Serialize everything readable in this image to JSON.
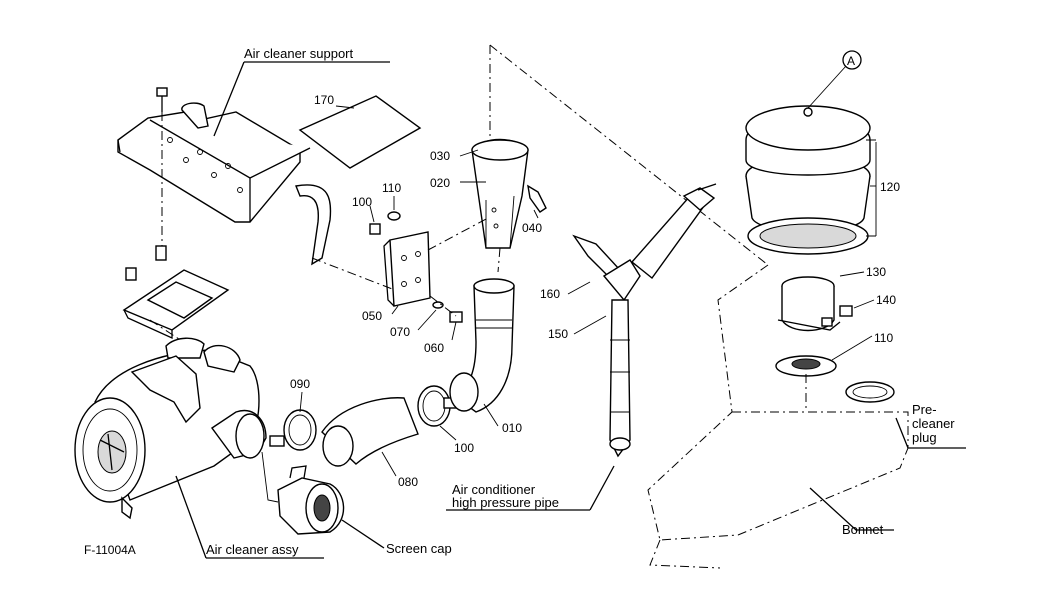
{
  "figure_code": "F-11004A",
  "labels": {
    "air_cleaner_support": "Air cleaner support",
    "air_cleaner_assy": "Air cleaner assy",
    "screen_cap": "Screen cap",
    "ac_pipe_line1": "Air conditioner",
    "ac_pipe_line2": "high pressure pipe",
    "pre_cleaner_line1": "Pre-",
    "pre_cleaner_line2": "cleaner",
    "pre_cleaner_line3": "plug",
    "bonnet": "Bonnet",
    "circle_a": "A"
  },
  "part_numbers": {
    "p170": "170",
    "p030": "030",
    "p020": "020",
    "p040": "040",
    "p110a": "110",
    "p100a": "100",
    "p050": "050",
    "p070": "070",
    "p060": "060",
    "p090": "090",
    "p100b": "100",
    "p010": "010",
    "p080": "080",
    "p160": "160",
    "p150": "150",
    "p120": "120",
    "p130": "130",
    "p140": "140",
    "p110b": "110"
  }
}
